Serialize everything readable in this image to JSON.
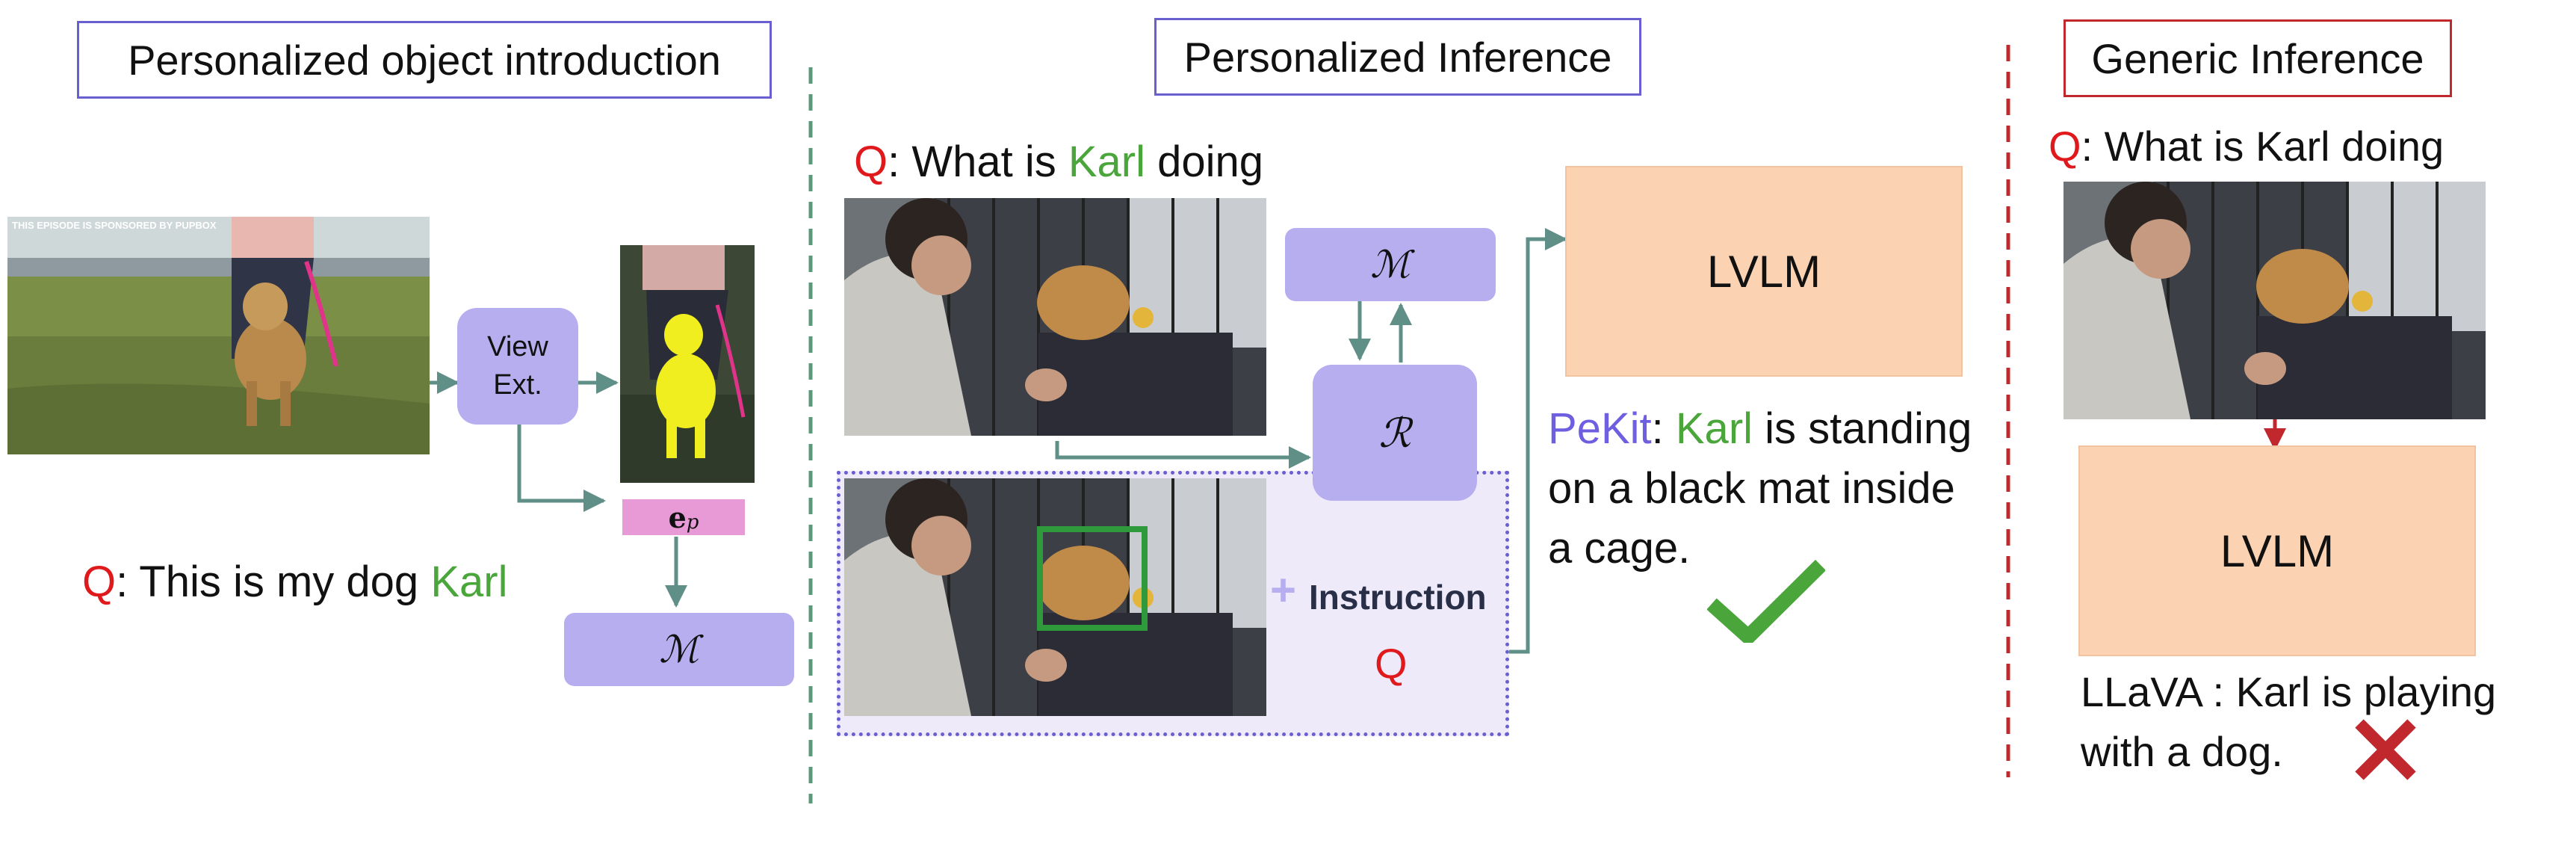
{
  "panels": {
    "intro_title": "Personalized object introduction",
    "personalized_title": "Personalized Inference",
    "generic_title": "Generic Inference"
  },
  "intro": {
    "q_prefix": "Q",
    "q_text": ": This is my dog ",
    "q_name": "Karl",
    "view_ext_line1": "View",
    "view_ext_line2": "Ext.",
    "ep_label": "e",
    "ep_sub": "p",
    "m_label": "ℳ",
    "sponsor_text": "THIS EPISODE IS SPONSORED BY PUPBOX"
  },
  "personalized": {
    "q_prefix": "Q",
    "q_text1": ": What is ",
    "q_name": "Karl",
    "q_text2": " doing",
    "m_label": "ℳ",
    "r_label": "ℛ",
    "instruction_label": "Instruction",
    "plus": "+",
    "q_small": "Q",
    "lvlm": "LVLM",
    "answer_model": "PeKit",
    "answer_sep": ": ",
    "answer_name": "Karl",
    "answer_line1_rest": " is standing",
    "answer_line2": "on a black mat inside",
    "answer_line3": "a cage.",
    "check_icon": "check-icon"
  },
  "generic": {
    "q_prefix": "Q",
    "q_text": ": What is Karl doing",
    "lvlm": "LVLM",
    "answer_line1": "LLaVA : Karl is playing",
    "answer_line2": "with a dog.",
    "cross_icon": "cross-icon"
  },
  "colors": {
    "intro_border": "#6a5fd0",
    "personalized_border": "#6a5fd0",
    "generic_border": "#c0282d",
    "divider_green": "#5a9a7a",
    "divider_red": "#c0282d",
    "arrow": "#5f8f86",
    "purple_box": "#b7aef0",
    "ep_box": "#e79ad6",
    "lvlm": "#fbd3b3",
    "check": "#4aa63b",
    "cross": "#c0282d"
  }
}
